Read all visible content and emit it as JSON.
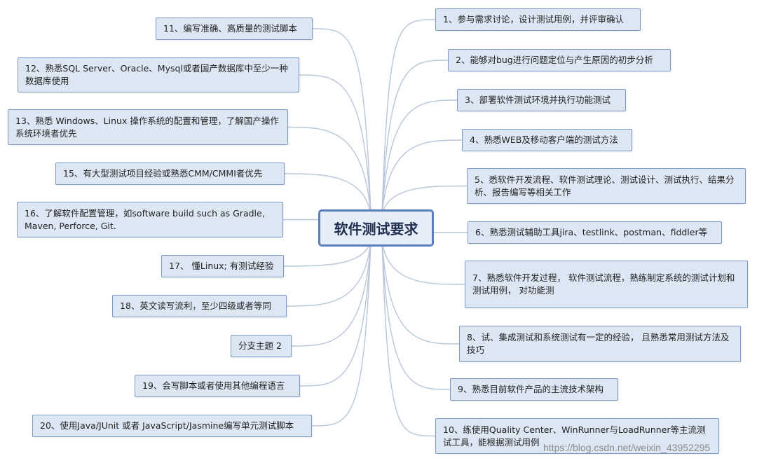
{
  "root": {
    "label": "软件测试要求"
  },
  "right": [
    {
      "label": "1、参与需求讨论，设计测试用例，并评审确认"
    },
    {
      "label": "2、能够对bug进行问题定位与产生原因的初步分析"
    },
    {
      "label": "3、部署软件测试环境并执行功能测试"
    },
    {
      "label": "4、熟悉WEB及移动客户端的测试方法"
    },
    {
      "label": "5、悉软件开发流程、软件测试理论、测试设计、测试执行、结果分析、报告编写等相关工作"
    },
    {
      "label": "6、熟悉测试辅助工具jira、testlink、postman、fiddler等"
    },
    {
      "label": "7、熟悉软件开发过程， 软件测试流程，熟练制定系统的测试计划和测试用例， 对功能测"
    },
    {
      "label": "8、试、集成测试和系统测试有一定的经验， 且熟悉常用测试方法及技巧"
    },
    {
      "label": "9、熟悉目前软件产品的主流技术架构"
    },
    {
      "label": "10、练使用Quality Center、WinRunner与LoadRunner等主流测试工具，能根据测试用例"
    }
  ],
  "left": [
    {
      "label": "11、编写准确、高质量的测试脚本"
    },
    {
      "label": "12、熟悉SQL Server、Oracle、Mysql或者国产数据库中至少一种数据库使用"
    },
    {
      "label": "13、熟悉 Windows、Linux 操作系统的配置和管理，了解国产操作系统环境者优先"
    },
    {
      "label": "15、有大型测试项目经验或熟悉CMM/CMMI者优先"
    },
    {
      "label": "16、了解软件配置管理，如software build such as Gradle, Maven, Perforce, Git."
    },
    {
      "label": "17、 懂Linux; 有测试经验"
    },
    {
      "label": "18、英文读写流利，至少四级或者等同"
    },
    {
      "label": "分支主题 2"
    },
    {
      "label": "19、会写脚本或者使用其他编程语言"
    },
    {
      "label": "20、使用Java/JUnit 或者 JavaScript/Jasmine编写单元测试脚本"
    }
  ],
  "colors": {
    "node_fill": "#dde7f4",
    "node_border": "#7d9ac6",
    "root_border": "#5b7fbc",
    "link": "#b9c6d9"
  },
  "watermark": "https://blog.csdn.net/weixin_43952295"
}
